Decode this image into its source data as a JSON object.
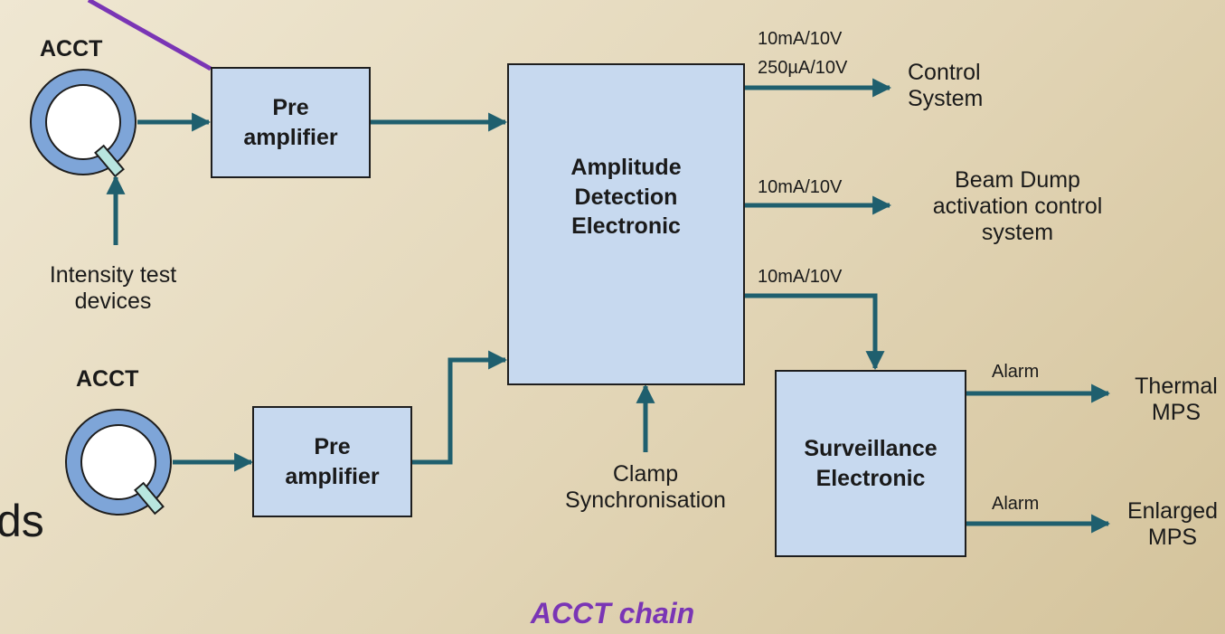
{
  "sensors": [
    {
      "label": "ACCT"
    },
    {
      "label": "ACCT"
    }
  ],
  "boxes": {
    "preamp_top": {
      "lines": [
        "Pre",
        "amplifier"
      ]
    },
    "preamp_bottom": {
      "lines": [
        "Pre",
        "amplifier"
      ]
    },
    "amplitude": {
      "lines": [
        "Amplitude",
        "Detection",
        "Electronic"
      ]
    },
    "surveillance": {
      "lines": [
        "Surveillance",
        "Electronic"
      ]
    }
  },
  "inputs": {
    "intensity_test": [
      "Intensity test",
      "devices"
    ],
    "clamp_sync": [
      "Clamp",
      "Synchronisation"
    ]
  },
  "signals": {
    "control_range_1": "10mA/10V",
    "control_range_2": "250µA/10V",
    "beam_dump_range": "10mA/10V",
    "surveillance_range": "10mA/10V",
    "alarm_1": "Alarm",
    "alarm_2": "Alarm"
  },
  "outputs": {
    "control_system": [
      "Control",
      "System"
    ],
    "beam_dump": [
      "Beam Dump",
      "activation control",
      "system"
    ],
    "thermal_mps": [
      "Thermal",
      "MPS"
    ],
    "enlarged_mps": [
      "Enlarged",
      "MPS"
    ]
  },
  "fragment_text": "ds",
  "caption": "ACCT chain",
  "colors": {
    "arrow": "#1f5f6e",
    "box_fill": "#c7d9ef",
    "ring": "#7ea5d8",
    "purple": "#7a35b5",
    "caption": "#7a35b5"
  }
}
